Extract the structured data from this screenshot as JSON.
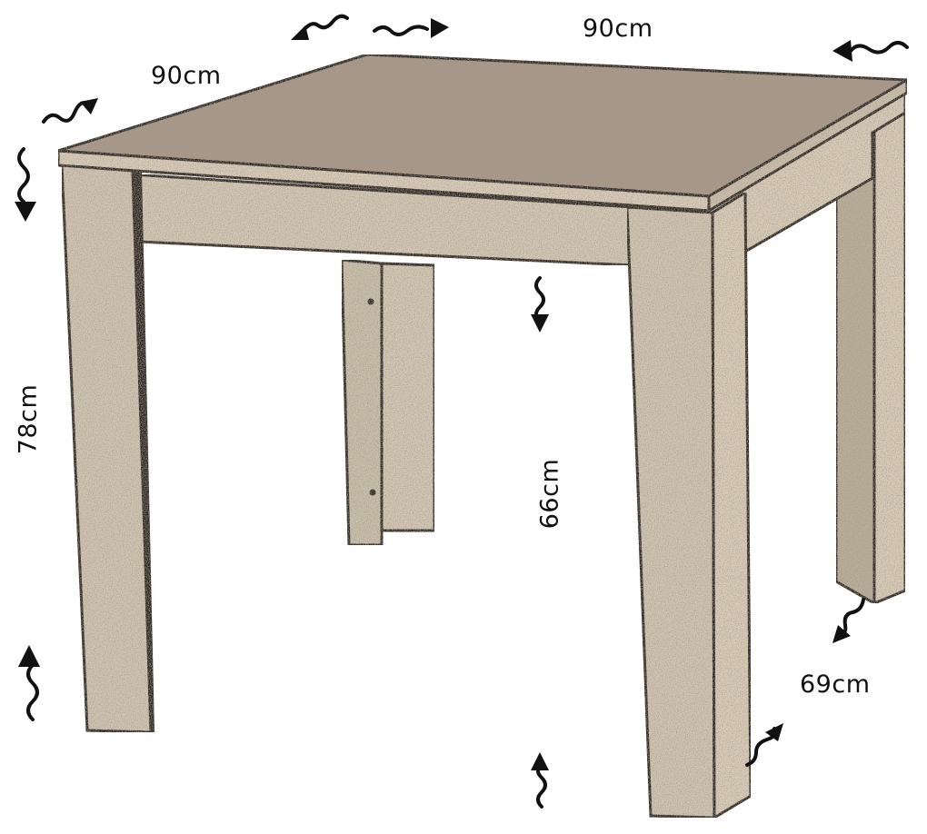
{
  "dimensions": {
    "top_width": "90cm",
    "top_depth": "90cm",
    "total_height": "78cm",
    "under_clearance": "66cm",
    "leg_spacing": "69cm"
  },
  "colors": {
    "top": "#a89888",
    "top_front": "#d8ccb8",
    "leg": "#cfc4b0",
    "leg_dark": "#b9ae99",
    "outline": "#2a2520",
    "arrow": "#111111"
  }
}
